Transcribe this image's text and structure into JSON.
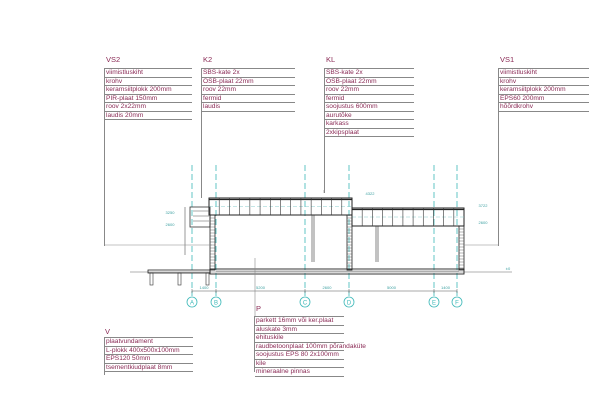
{
  "sections": {
    "VS2": {
      "title": "VS2",
      "layers": [
        "viimistluskiht",
        "krohv",
        "keramsiitplokk 200mm",
        "PIR-plaat 150mm",
        "roov 2x22mm",
        "laudis 20mm"
      ]
    },
    "K2": {
      "title": "K2",
      "layers": [
        "SBS-kate 2x",
        "OSB-plaat 22mm",
        "roov 22mm",
        "fermid",
        "laudis"
      ]
    },
    "KL": {
      "title": "KL",
      "layers": [
        "SBS-kate 2x",
        "OSB-plaat 22mm",
        "roov 22mm",
        "fermid",
        "soojustus 600mm",
        "aurutõke",
        "karkass",
        "2xkipsplaat"
      ]
    },
    "VS1": {
      "title": "VS1",
      "layers": [
        "viimistluskiht",
        "krohv",
        "keramsiitplokk 200mm",
        "EPS60 200mm",
        "hõõrdkrohv"
      ]
    },
    "V": {
      "title": "V",
      "layers": [
        "plaatvundament",
        "L-plokk 400x500x100mm",
        "EPS120 50mm",
        "tsementkiudplaat 8mm"
      ]
    },
    "P": {
      "title": "P",
      "layers": [
        "parkett 16mm või ker.plaat",
        "aluskate 3mm",
        "ehituskile",
        "raudbetoonplaat 100mm põrandaküte",
        "soojustus EPS 80 2x100mm",
        "kile",
        "mineraalne pinnas"
      ]
    }
  },
  "axes": [
    "A",
    "B",
    "C",
    "D",
    "E",
    "F"
  ],
  "dimensions": [
    "1400",
    "5200",
    "2600",
    "5000",
    "1400"
  ],
  "elevations": {
    "left_top": "3250",
    "left_bottom": "2600",
    "ridge": "4322",
    "right_top": "3722",
    "right_bottom": "2600",
    "ground": "±0"
  },
  "colors": {
    "text": "#8a2a55",
    "axis": "#3cb8b8",
    "line": "#333333"
  }
}
